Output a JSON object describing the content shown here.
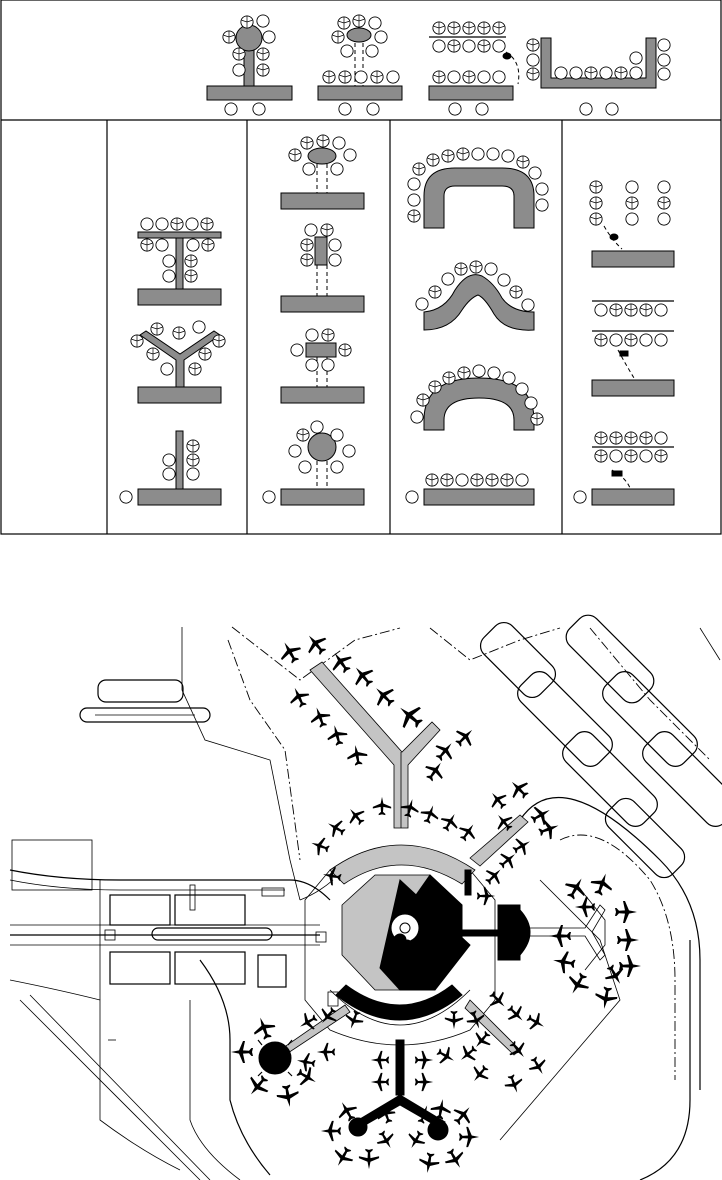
{
  "figure": {
    "top_diagram": {
      "panels": [
        "header-row",
        "pier",
        "satellite",
        "linear",
        "remote"
      ],
      "icons": [
        "aircraft-stand-icon",
        "terminal-block-icon",
        "apron-bus-icon"
      ]
    },
    "site_plan": {
      "icons": [
        "airplane-icon",
        "terminal-building-icon",
        "runway-outline-icon"
      ]
    }
  }
}
